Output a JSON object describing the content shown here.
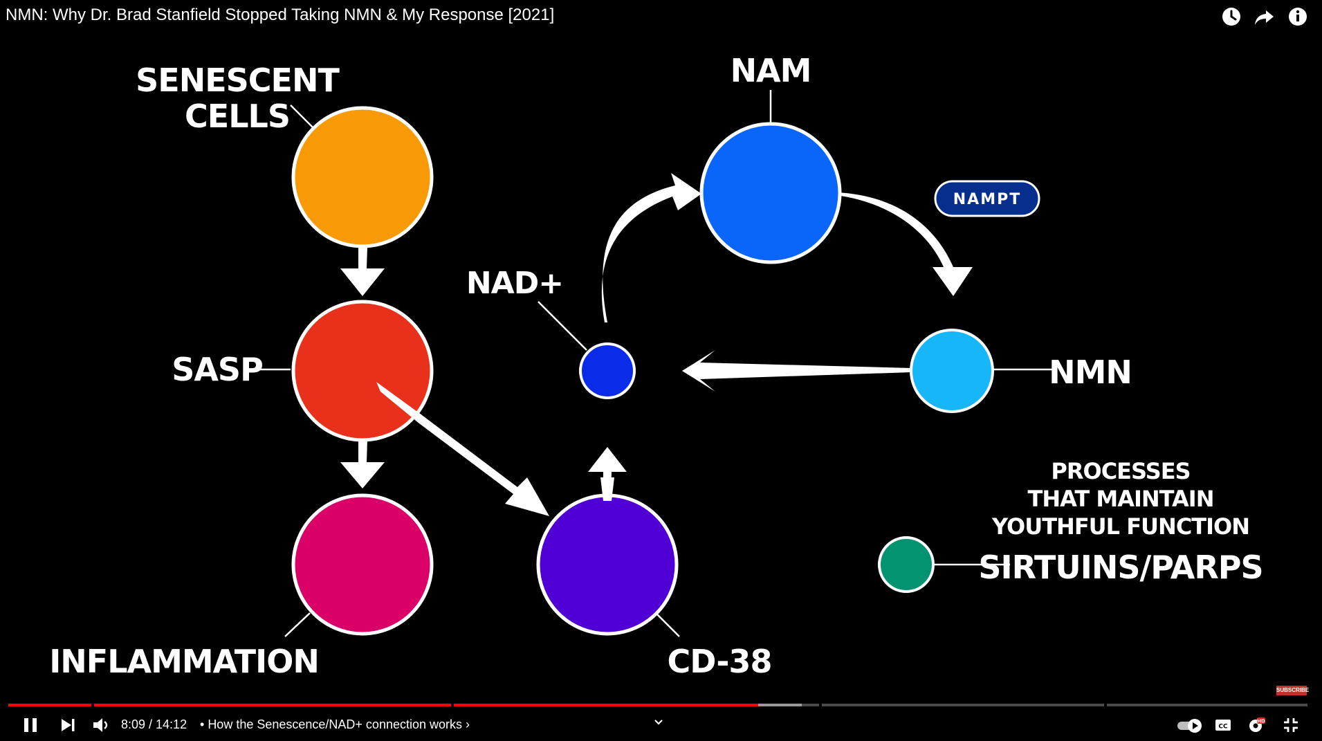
{
  "video": {
    "title": "NMN: Why Dr. Brad Stanfield Stopped Taking NMN & My Response [2021]"
  },
  "diagram": {
    "labels": {
      "senescent": "SENESCENT",
      "cells": "CELLS",
      "sasp": "SASP",
      "inflammation": "INFLAMMATION",
      "nad_plus": "NAD+",
      "cd38": "CD-38",
      "nam": "NAM",
      "nampt": "NAMPT",
      "nmn": "NMN",
      "processes_line1": "PROCESSES",
      "processes_line2": "THAT MAINTAIN",
      "processes_line3": "YOUTHFUL FUNCTION",
      "sirtuins": "SIRTUINS/PARPS"
    },
    "colors": {
      "senescent_cells": "#F79A05",
      "sasp": "#E8301A",
      "inflammation": "#DB0068",
      "nad_plus": "#0A2BE8",
      "cd38": "#5000D4",
      "nam": "#0A66FA",
      "nmn": "#17B6F8",
      "sirtuins": "#049370",
      "nampt_pill": "#062E8C"
    }
  },
  "player": {
    "time": "8:09 / 14:12",
    "chapter": "How the Senescence/NAD+ connection works",
    "subscribe": "SUBSCRIBE",
    "progress_fraction": 0.577,
    "buffered_fraction": 0.611,
    "colors": {
      "played": "#FF0000",
      "buffered": "#9A9A9A",
      "unplayed": "#4A4A4A"
    },
    "icons": [
      "watch-later-icon",
      "share-icon",
      "info-icon",
      "pause-icon",
      "next-icon",
      "volume-icon",
      "chevron-down-icon",
      "autoplay-toggle-icon",
      "captions-icon",
      "settings-icon",
      "exit-fullscreen-icon"
    ]
  }
}
